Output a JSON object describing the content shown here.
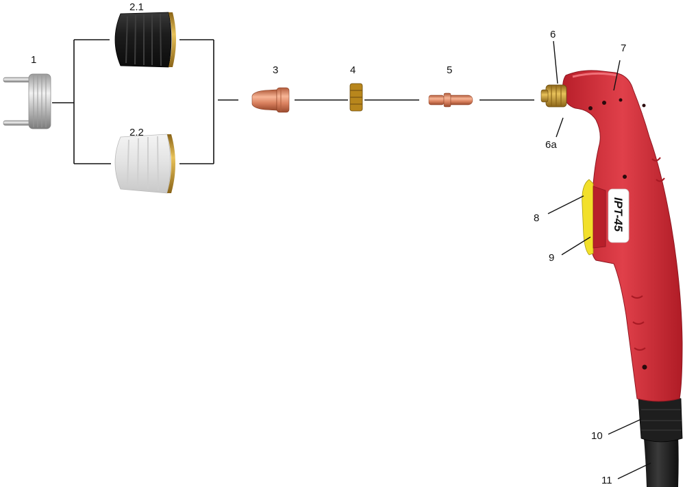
{
  "callouts": {
    "c1": "1",
    "c2_1": "2.1",
    "c2_2": "2.2",
    "c3": "3",
    "c4": "4",
    "c5": "5",
    "c6": "6",
    "c6a": "6a",
    "c7": "7",
    "c8": "8",
    "c9": "9",
    "c10": "10",
    "c11": "11"
  },
  "torch": {
    "model_label": "IPT-45"
  },
  "colors": {
    "torch_body": "#d42a34",
    "trigger": "#f2e02a",
    "copper": "#d9805e",
    "brass": "#c89a2e",
    "cup_black": "#1c1c1c",
    "cup_white": "#e4e4e4",
    "cable": "#151515"
  },
  "icons": {
    "spacer": "spacer-ring-icon",
    "shield_cup_black": "shield-cup-icon",
    "shield_cup_white": "ceramic-cup-icon",
    "nozzle": "nozzle-icon",
    "swirl_ring": "swirl-ring-icon",
    "electrode": "electrode-icon",
    "torch": "plasma-torch-icon"
  }
}
